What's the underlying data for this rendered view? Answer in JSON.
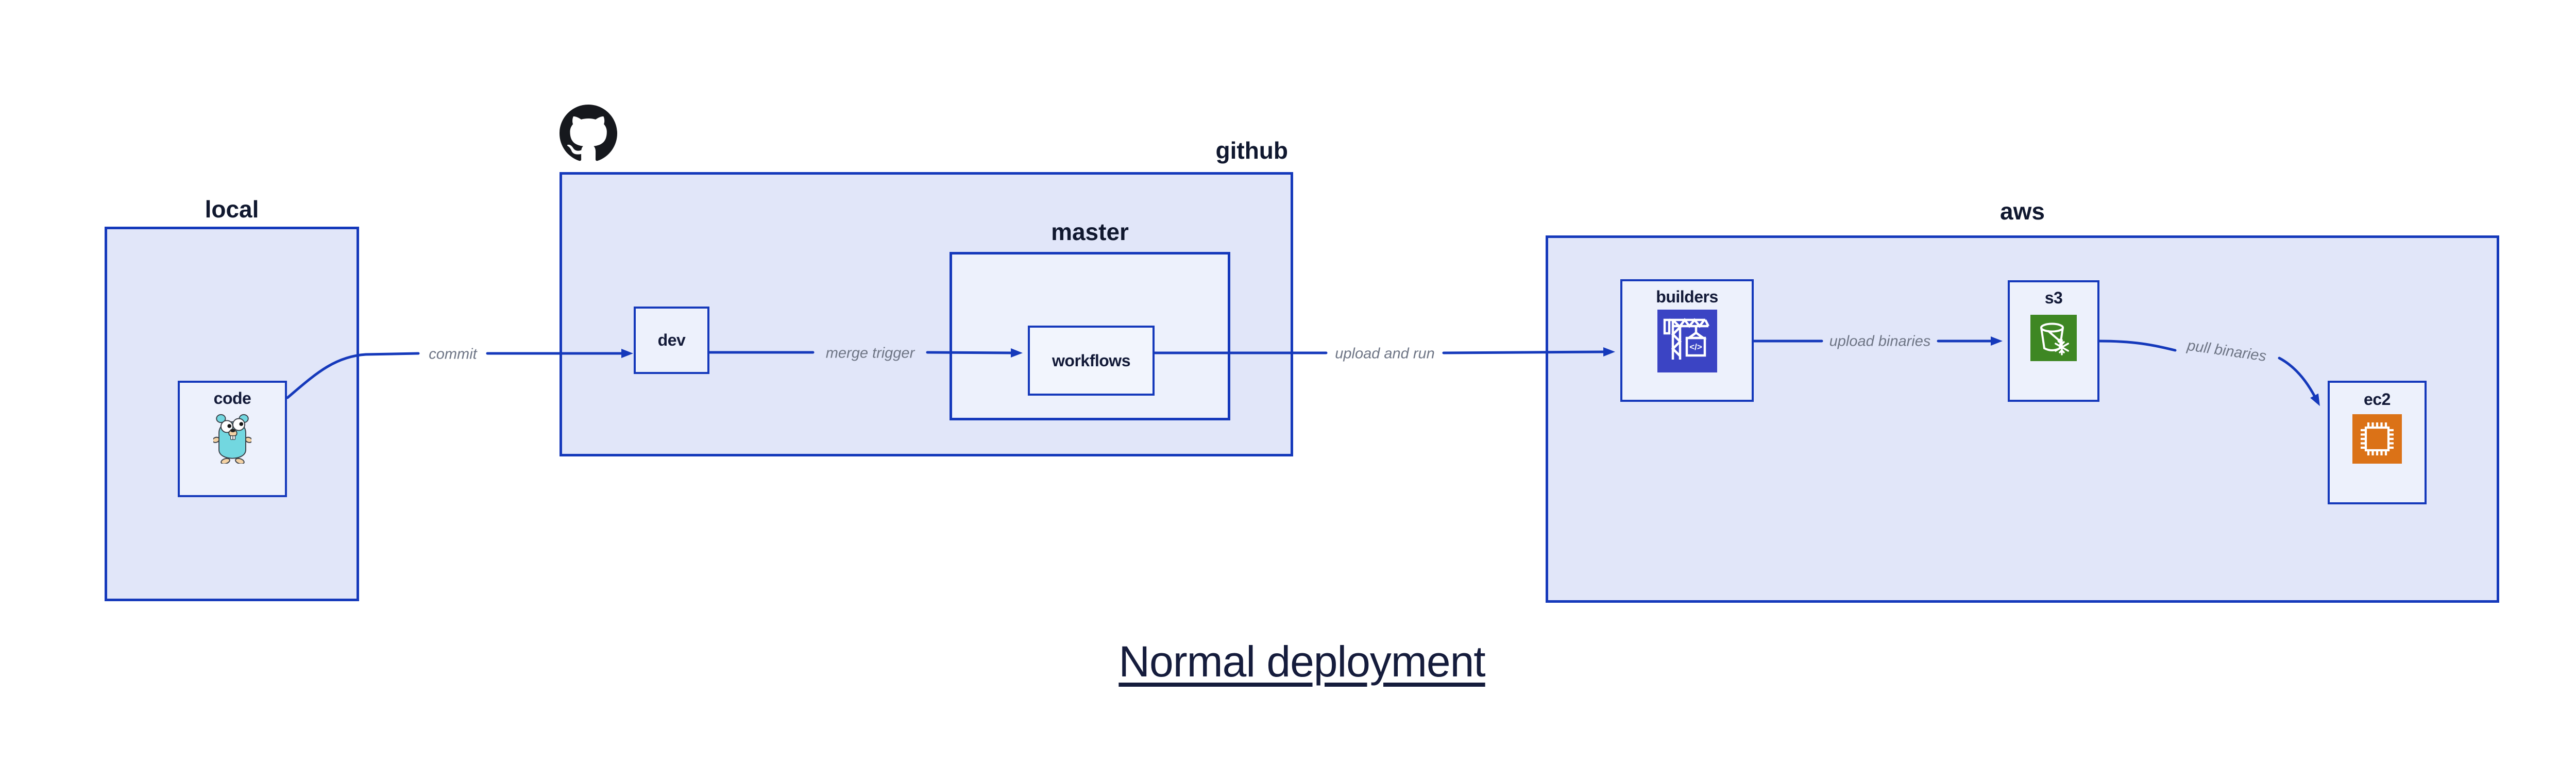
{
  "diagram_title": "Normal deployment",
  "groups": {
    "local": {
      "label": "local"
    },
    "github": {
      "label": "github",
      "logo_icon": "github-octocat-icon"
    },
    "master": {
      "label": "master"
    },
    "aws": {
      "label": "aws"
    }
  },
  "nodes": {
    "code": {
      "label": "code",
      "icon": "go-gopher-icon"
    },
    "dev": {
      "label": "dev"
    },
    "workflows": {
      "label": "workflows"
    },
    "builders": {
      "label": "builders",
      "icon": "build-crane-icon",
      "icon_color": "#3b44c4"
    },
    "s3": {
      "label": "s3",
      "icon": "glacier-bucket-icon",
      "icon_color": "#3e8723"
    },
    "ec2": {
      "label": "ec2",
      "icon": "cpu-chip-icon",
      "icon_color": "#db7217"
    }
  },
  "edges": [
    {
      "label": "commit",
      "from": "code",
      "to": "dev"
    },
    {
      "label": "merge trigger",
      "from": "dev",
      "to": "workflows"
    },
    {
      "label": "upload and run",
      "from": "workflows",
      "to": "builders"
    },
    {
      "label": "upload binaries",
      "from": "builders",
      "to": "s3"
    },
    {
      "label": "pull binaries",
      "from": "s3",
      "to": "ec2"
    }
  ],
  "colors": {
    "border_blue": "#1539bb",
    "arrow_blue": "#1539bb",
    "group_fill": "#e1e6f9",
    "node_fill": "#edf1fc",
    "label_navy": "#10182f",
    "edge_label_gray": "#6e7585",
    "builders_indigo": "#3b44c4",
    "s3_green": "#3e8723",
    "ec2_orange": "#db7217",
    "gopher_teal": "#72d7e0",
    "octocat_black": "#16181d",
    "background": "#ffffff"
  }
}
